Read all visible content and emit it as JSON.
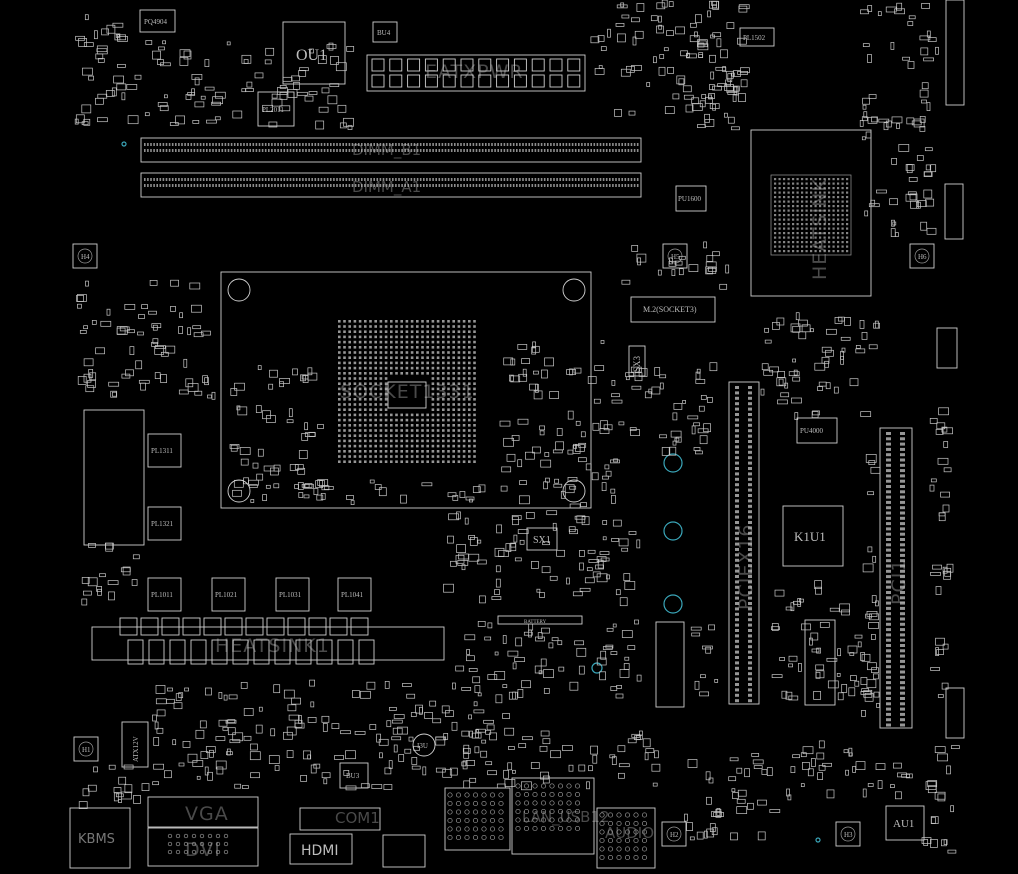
{
  "title": "",
  "colors": {
    "background": "#000000",
    "outline": "#cfcfcf",
    "silk_text": "#4a4a4a",
    "via_ring": "#3aa6b9"
  },
  "big_labels": {
    "eatxpwr": "EATXPWR",
    "dimm_b1": "DIMM_B1",
    "dimm_a1": "DIMM_A1",
    "socket": "SOCKET1331",
    "heatsink_cpu": "HEATSINK",
    "heatsink_vrm": "HEATSINK1",
    "pciex16": "PCIEX16",
    "pci1": "PCI1",
    "vga": "VGA",
    "dvi": "DVI",
    "hdmi": "HDMI",
    "com1": "COM1",
    "lan_usb12": "LAN_USB12",
    "audio": "AUDIO",
    "kbms": "KBMS"
  },
  "part_labels": {
    "ou1": "OU1",
    "bu4": "BU4",
    "bu3": "BU3",
    "au1": "AU1",
    "k1u1": "K1U1",
    "pu4000": "PU4000",
    "pu1600": "PU1600",
    "pl2011": "PL2011",
    "pl1311": "PL1311",
    "pl1321": "PL1321",
    "pl1011": "PL1011",
    "pl1021": "PL1021",
    "pl1031": "PL1031",
    "pl1041": "PL1041",
    "pq4904": "PQ4904",
    "pl1502": "PL1502",
    "m2": "M.2(SOCKET3)",
    "sx1": "SX1",
    "sx3": "SX3",
    "battery": "BATTERY",
    "h1": "H1",
    "h2": "H2",
    "h3": "H3",
    "h4": "H4",
    "h5": "H5",
    "h6": "H6",
    "i3u": "I3U",
    "atx12v": "ATX12V"
  }
}
